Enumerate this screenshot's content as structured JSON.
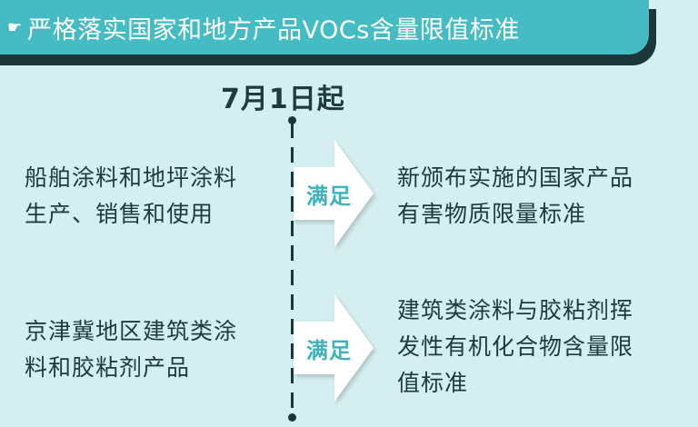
{
  "header": {
    "icon": "pointing-hand-icon",
    "icon_glyph": "☛",
    "title": "严格落实国家和地方产品VOCs含量限值标准"
  },
  "timeline": {
    "date_label": "7月1日起",
    "items": [
      {
        "condition_lines": [
          "船舶涂料和地坪涂料",
          "生产、销售和使用"
        ],
        "arrow_label": "满足",
        "standard_lines": [
          "新颁布实施的国家产品",
          "有害物质限量标准"
        ]
      },
      {
        "condition_lines": [
          "京津冀地区建筑类涂",
          "料和胶粘剂产品"
        ],
        "arrow_label": "满足",
        "standard_lines": [
          "建筑类涂料与胶粘剂挥",
          "发性有机化合物含量限",
          "值标准"
        ]
      }
    ]
  },
  "colors": {
    "background": "#d5eef0",
    "banner": "#45bcc3",
    "banner_shadow": "#1c3739",
    "text": "#1e3a3b",
    "accent_text": "#3fb3bb"
  }
}
